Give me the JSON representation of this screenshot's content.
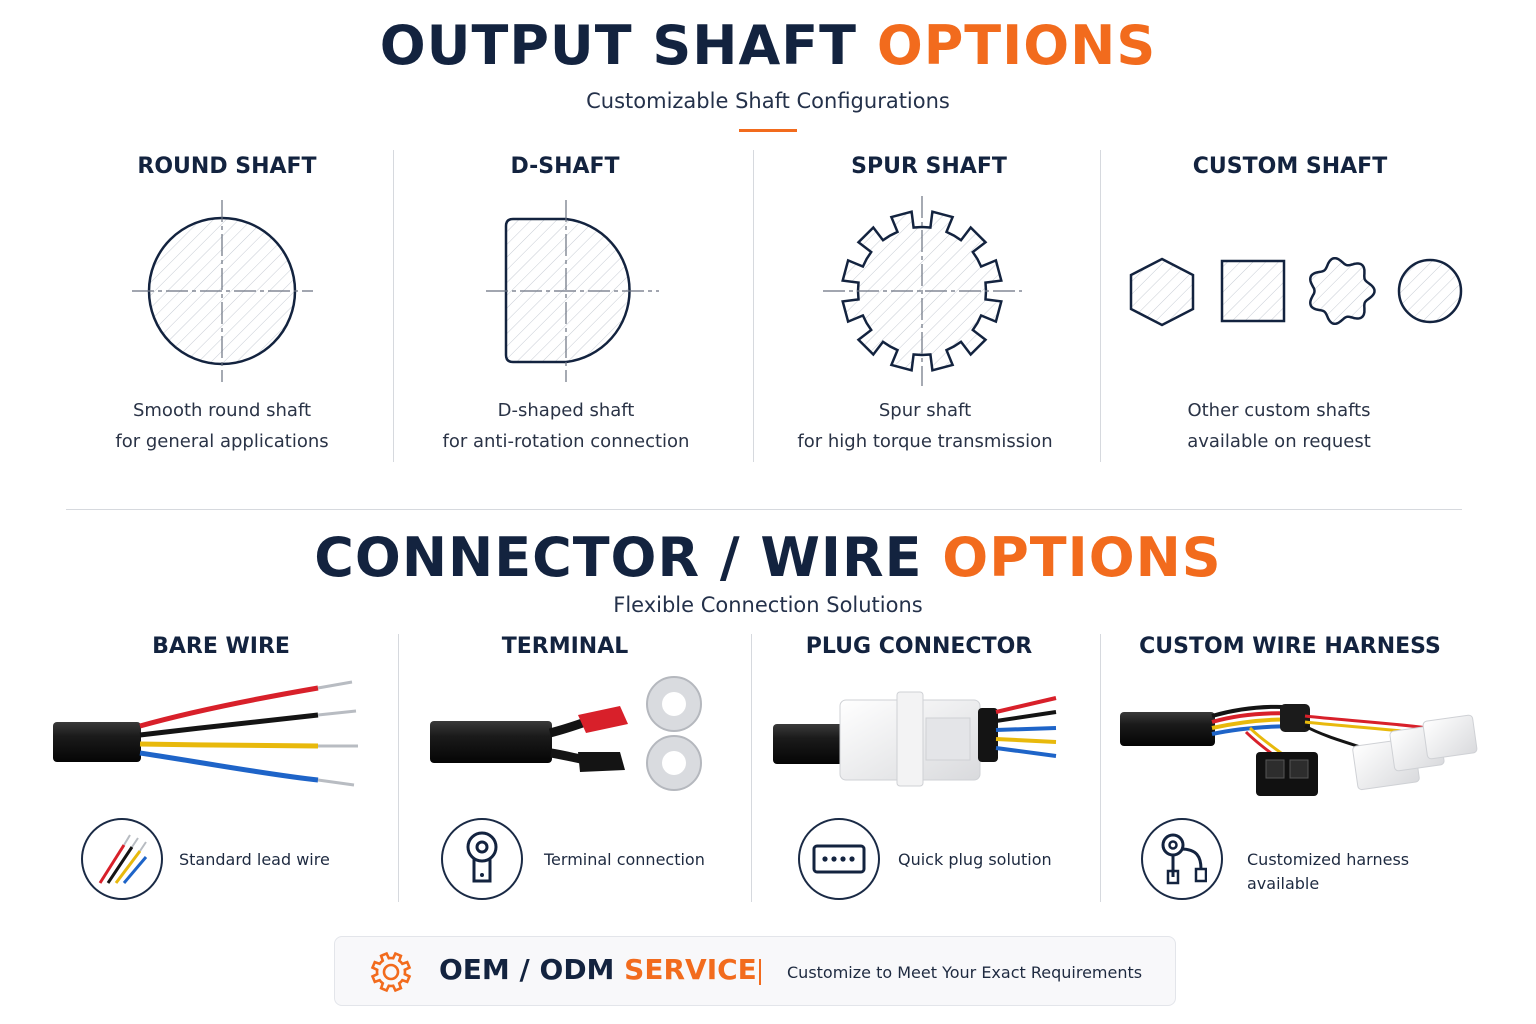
{
  "header": {
    "title_main": "OUTPUT SHAFT ",
    "title_accent": "OPTIONS",
    "subtitle": "Customizable Shaft Configurations"
  },
  "shafts": [
    {
      "title": "ROUND SHAFT",
      "line1": "Smooth round shaft",
      "line2": "for general applications"
    },
    {
      "title": "D-SHAFT",
      "line1": "D-shaped shaft",
      "line2": "for anti-rotation connection"
    },
    {
      "title": "SPUR SHAFT",
      "line1": "Spur shaft",
      "line2": "for high torque transmission"
    },
    {
      "title": "CUSTOM SHAFT",
      "line1": "Other custom shafts",
      "line2": "available on request"
    }
  ],
  "connectors_header": {
    "title_main": "CONNECTOR / WIRE ",
    "title_accent": "OPTIONS",
    "subtitle": "Flexible Connection Solutions"
  },
  "connectors": [
    {
      "title": "BARE WIRE",
      "icon": "lead-wire-icon",
      "line1": "Standard lead wire",
      "line2": ""
    },
    {
      "title": "TERMINAL",
      "icon": "ring-terminal-icon",
      "line1": "Terminal connection",
      "line2": ""
    },
    {
      "title": "PLUG CONNECTOR",
      "icon": "plug-connector-icon",
      "line1": "Quick plug solution",
      "line2": ""
    },
    {
      "title": "CUSTOM WIRE HARNESS",
      "icon": "wire-harness-icon",
      "line1": "Customized harness",
      "line2": "available"
    }
  ],
  "banner": {
    "icon": "gear-icon",
    "title_main": "OEM / ODM ",
    "title_accent": "SERVICE",
    "text": "Customize to Meet Your Exact Requirements"
  },
  "colors": {
    "navy": "#13233f",
    "accent": "#f26b1d",
    "divider": "#d6d9de",
    "wire_red": "#d8202a",
    "wire_black": "#141414",
    "wire_yellow": "#e8b90c",
    "wire_blue": "#1e64c8"
  }
}
